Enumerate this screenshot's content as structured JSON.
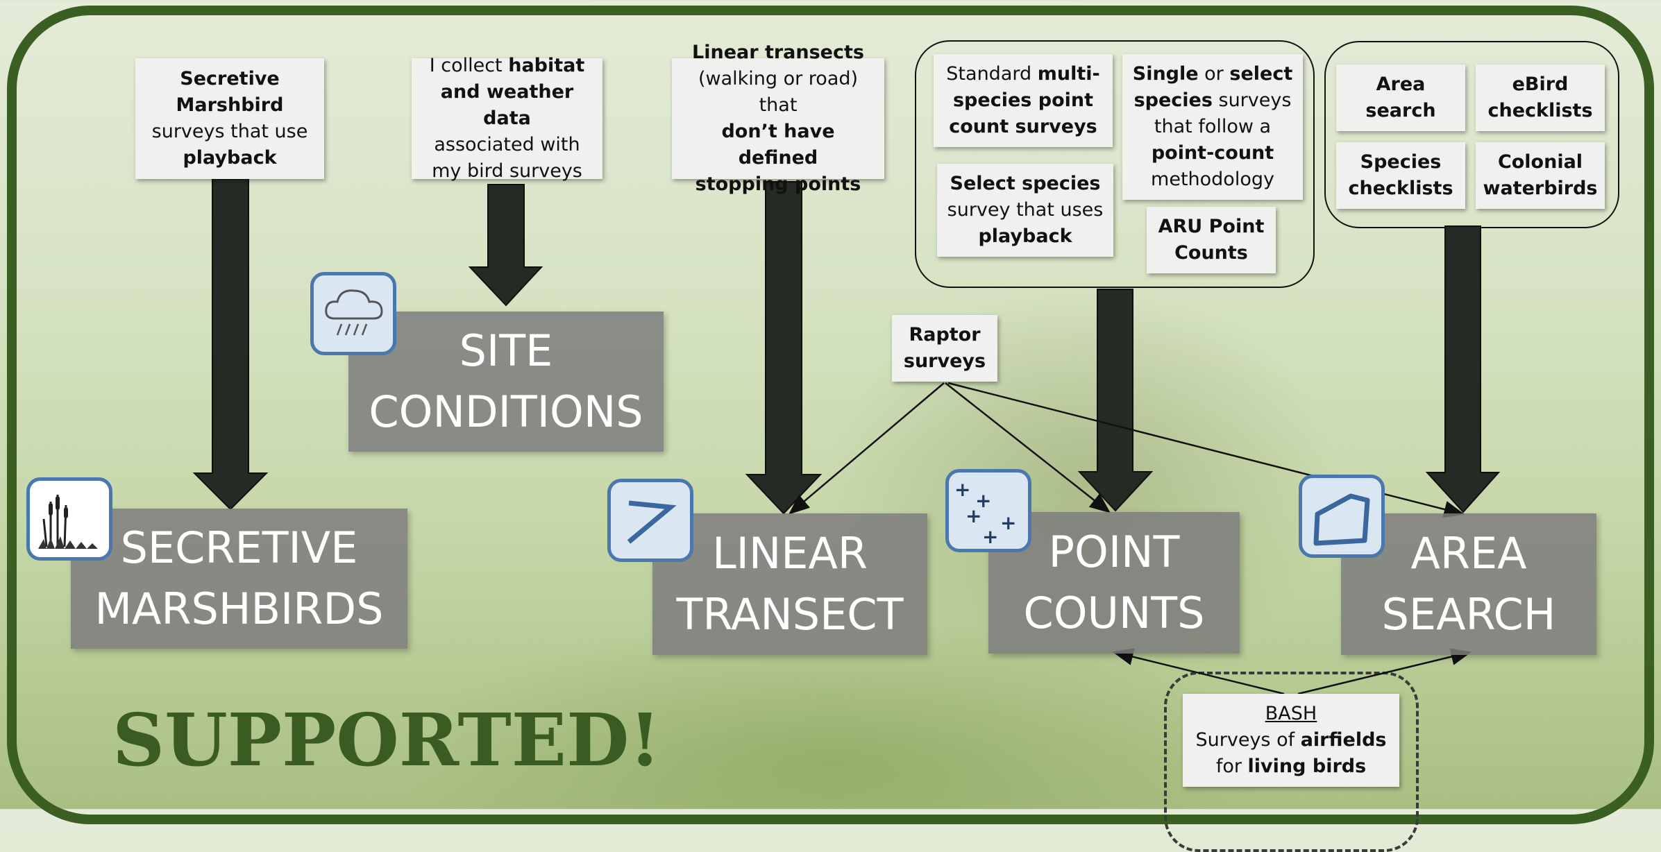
{
  "heading": "SUPPORTED!",
  "categories": {
    "marsh": {
      "line1": "SECRETIVE",
      "line2": "MARSHBIRDS",
      "icon": "cattail-icon"
    },
    "site": {
      "line1": "SITE",
      "line2": "CONDITIONS",
      "icon": "rain-cloud-icon"
    },
    "linear": {
      "line1": "LINEAR",
      "line2": "TRANSECT",
      "icon": "zigzag-line-icon"
    },
    "point": {
      "line1": "POINT",
      "line2": "COUNTS",
      "icon": "points-icon"
    },
    "area": {
      "line1": "AREA",
      "line2": "SEARCH",
      "icon": "polygon-icon"
    }
  },
  "cards": {
    "marsh": [
      "Secretive",
      "Marshbird",
      "surveys that use ",
      "playback"
    ],
    "site": [
      "I collect ",
      "habitat",
      "and weather data",
      "associated with",
      "my bird surveys"
    ],
    "linear": [
      "Linear transects",
      "(walking or road) that",
      "don’t have defined",
      "stopping points"
    ],
    "standard": [
      "Standard ",
      "multi-",
      "species point",
      "count surveys"
    ],
    "single": [
      "Single",
      " or ",
      "select",
      "species",
      " surveys",
      "that follow a",
      "point-count",
      "methodology"
    ],
    "playback": [
      "Select species",
      "survey that uses",
      "playback"
    ],
    "aru": [
      "ARU Point",
      "Counts"
    ],
    "area_search": [
      "Area",
      "search"
    ],
    "ebird": [
      "eBird",
      "checklists"
    ],
    "species": [
      "Species",
      "checklists"
    ],
    "colonial": [
      "Colonial",
      "waterbirds"
    ],
    "raptor": [
      "Raptor",
      "surveys"
    ],
    "bash": [
      "BASH",
      "Surveys of ",
      "airfields",
      "for ",
      "living birds"
    ]
  },
  "colors": {
    "frame": "#3b5e22",
    "heading": "#3a5c22",
    "arrow": "#262a24",
    "category_box": "#7d7d7d",
    "icon_border": "#4a77ad"
  }
}
